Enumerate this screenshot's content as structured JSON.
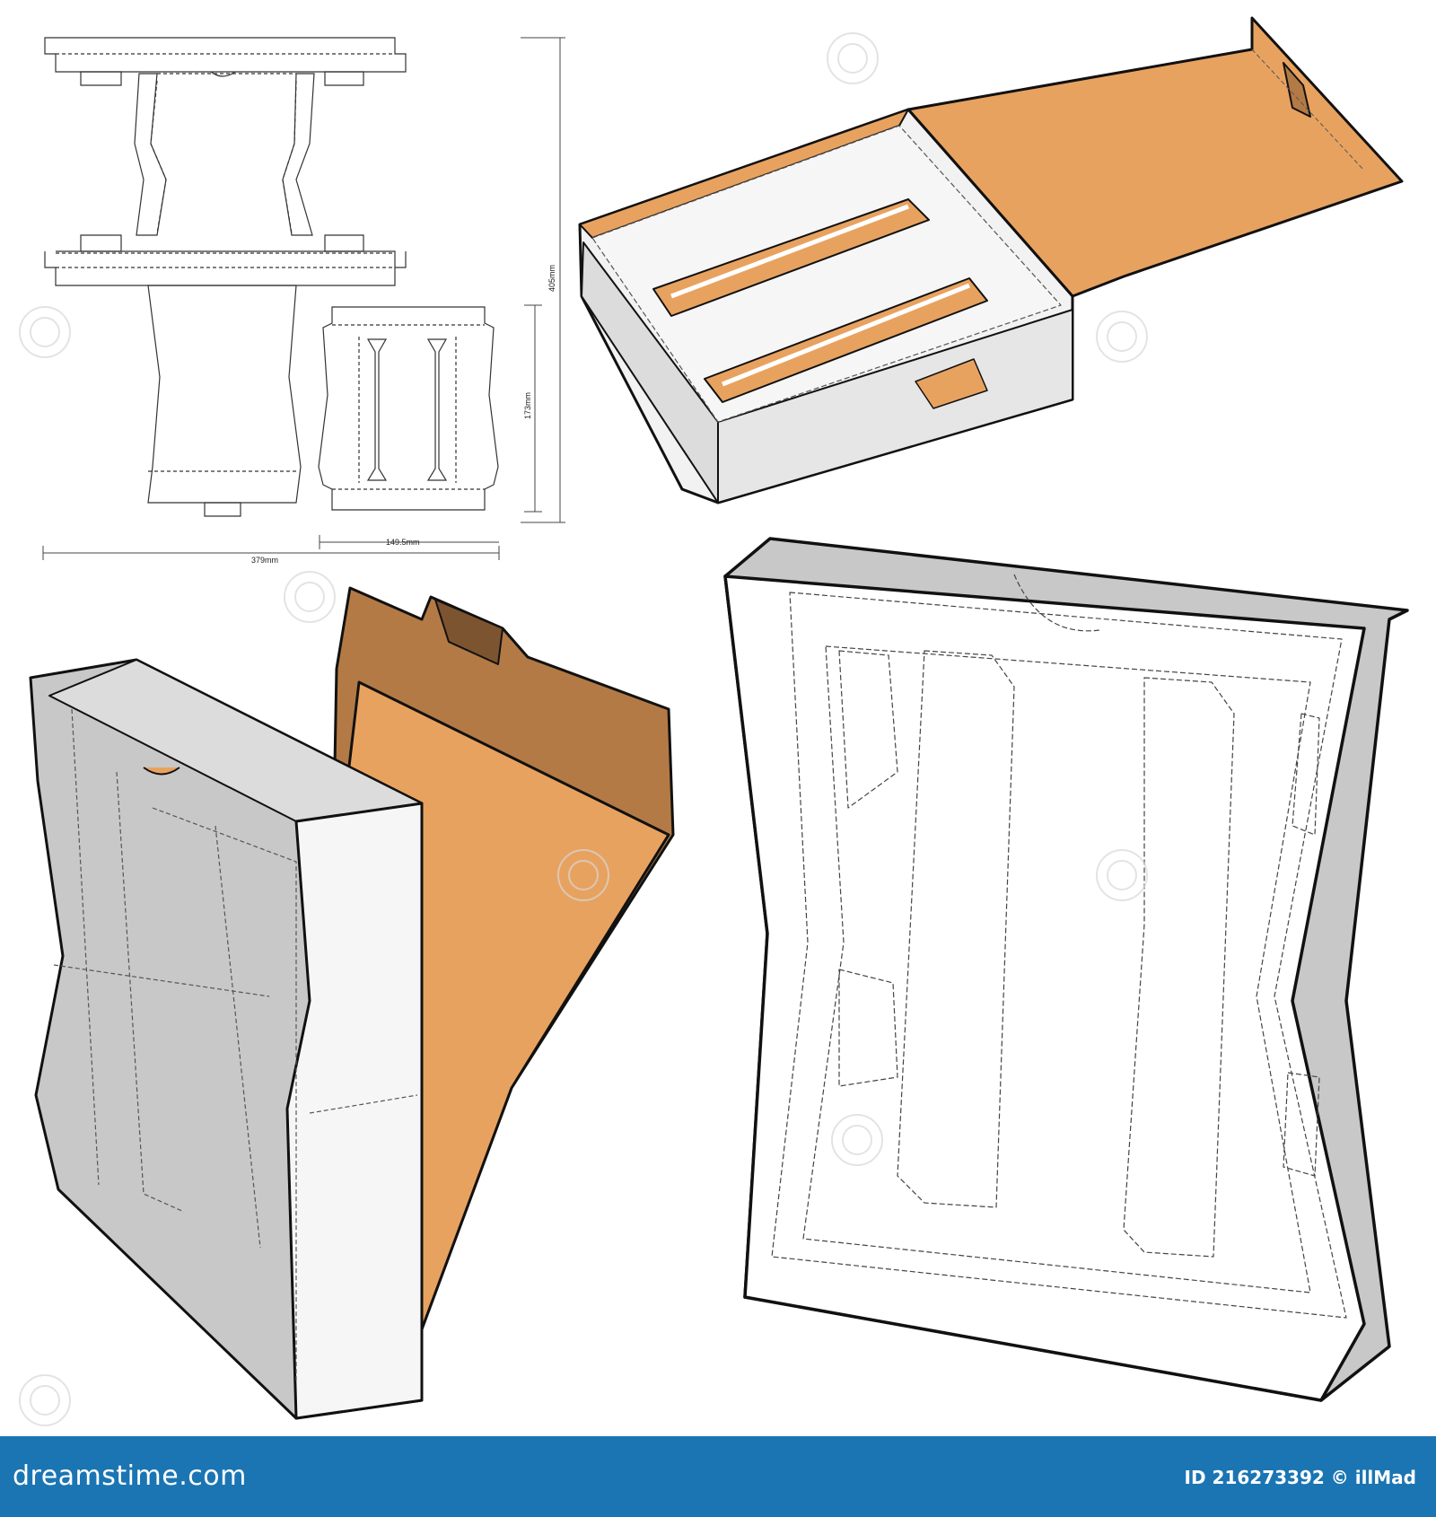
{
  "dimensions": {
    "height_total": "405mm",
    "height_insert": "173mm",
    "width_total": "379mm",
    "width_insert": "149.5mm"
  },
  "footer": {
    "brand": "dreamstime.com",
    "credit": "ID 216273392 © illMad"
  },
  "colors": {
    "kraft_light": "#e8a25f",
    "kraft_dark": "#b47a45",
    "box_grey": "#c8c8c8",
    "box_grey_dark": "#a0a0a0",
    "box_white": "#f2f2f2",
    "footer_bg": "#1b75b3"
  }
}
